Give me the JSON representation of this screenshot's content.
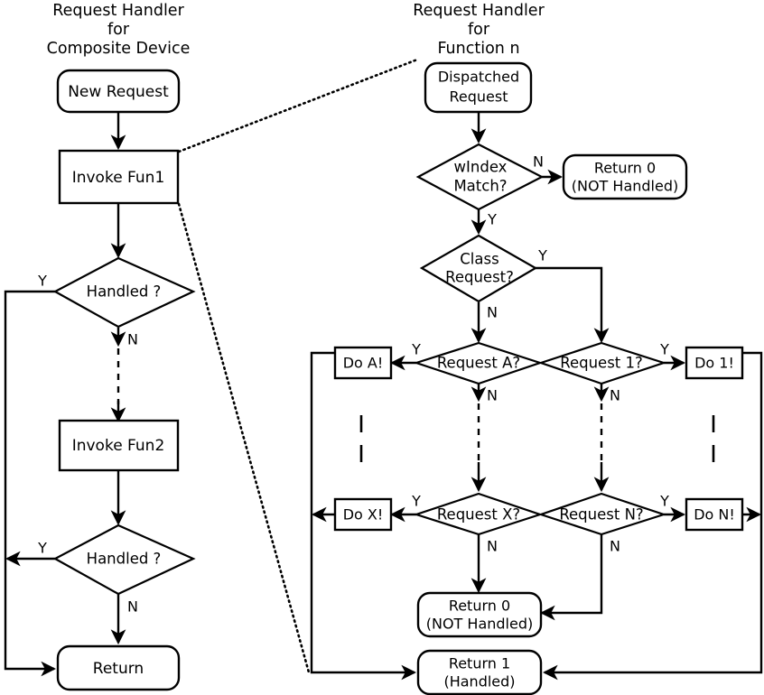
{
  "diagram": {
    "type": "flowchart",
    "description": "USB composite device request handler flowchart with two panels",
    "colors": {
      "stroke": "#000000",
      "fill": "#ffffff",
      "text": "#000000"
    }
  },
  "left_panel": {
    "title_lines": [
      "Request Handler",
      "for",
      "Composite Device"
    ],
    "nodes": {
      "new_request": "New Request",
      "invoke_fun1": "Invoke Fun1",
      "handled_1": "Handled ?",
      "invoke_fun2": "Invoke Fun2",
      "handled_2": "Handled ?",
      "return": "Return"
    },
    "branches": {
      "handled1_yes": "Y",
      "handled1_no": "N",
      "handled2_yes": "Y",
      "handled2_no": "N"
    }
  },
  "right_panel": {
    "title_lines": [
      "Request Handler",
      "for",
      "Function n"
    ],
    "nodes": {
      "dispatched_request_line1": "Dispatched",
      "dispatched_request_line2": "Request",
      "windex_match_line1": "wIndex",
      "windex_match_line2": "Match?",
      "return0_top_line1": "Return 0",
      "return0_top_line2": "(NOT Handled)",
      "class_request_line1": "Class",
      "class_request_line2": "Request?",
      "request_a": "Request A?",
      "request_1": "Request 1?",
      "do_a": "Do A!",
      "do_1": "Do 1!",
      "request_x": "Request X?",
      "request_n": "Request N?",
      "do_x": "Do X!",
      "do_n": "Do N!",
      "return0_bottom_line1": "Return 0",
      "return0_bottom_line2": "(NOT Handled)",
      "return1_line1": "Return 1",
      "return1_line2": "(Handled)"
    },
    "branches": {
      "windex_no": "N",
      "windex_yes": "Y",
      "class_yes": "Y",
      "class_no": "N",
      "request_a_yes": "Y",
      "request_a_no": "N",
      "request_1_yes": "Y",
      "request_1_no": "N",
      "request_x_yes": "Y",
      "request_x_no": "N",
      "request_n_yes": "Y",
      "request_n_no": "N"
    }
  }
}
